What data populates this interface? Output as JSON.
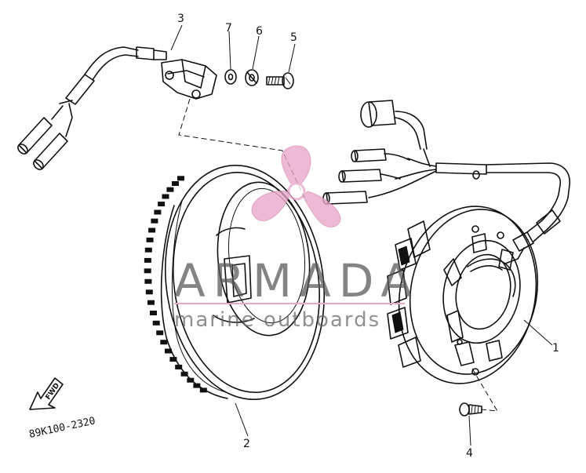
{
  "diagram": {
    "callouts": {
      "p1": "1",
      "p2": "2",
      "p3": "3",
      "p4": "4",
      "p5": "5",
      "p6": "6",
      "p7": "7"
    },
    "fwd_label": "FWD",
    "drawing_code": "89K100-2320"
  },
  "watermark": {
    "brand": "ARMADA",
    "tagline": "marine outboards",
    "accent_color": "#e8a6c8",
    "text_color": "#555555"
  }
}
